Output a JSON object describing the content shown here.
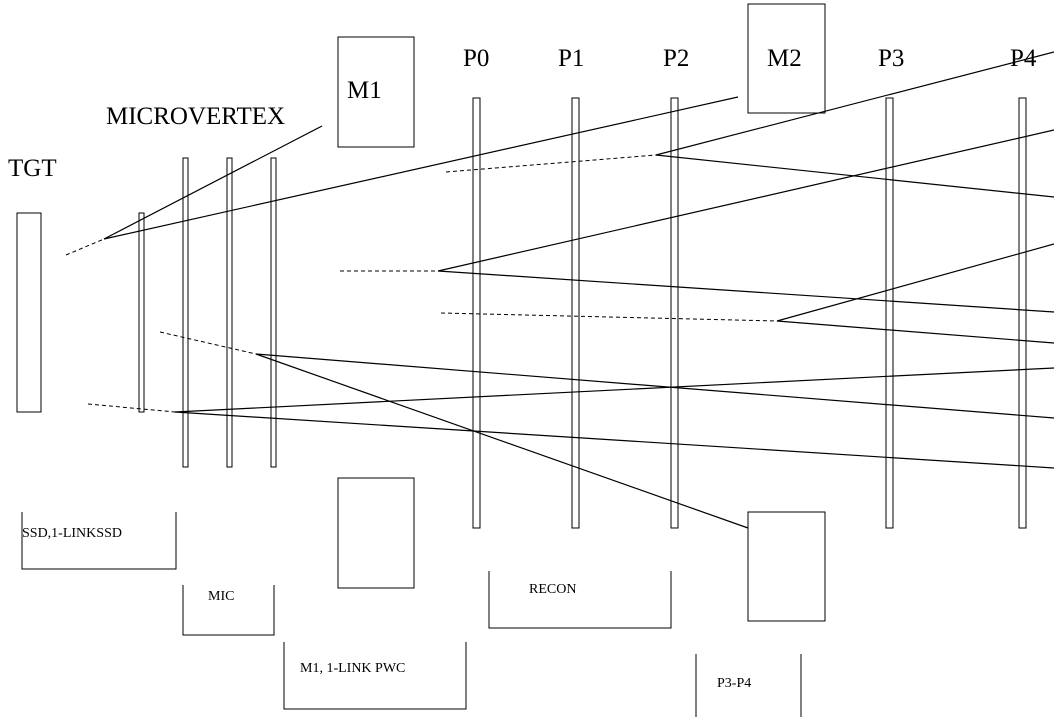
{
  "labels": {
    "tgt": "TGT",
    "microvertex": "MICROVERTEX",
    "m1": "M1",
    "m2": "M2",
    "p0": "P0",
    "p1": "P1",
    "p2": "P2",
    "p3": "P3",
    "p4": "P4"
  },
  "groups": {
    "ssd": "SSD,1-LINKSSD",
    "mic": "MIC",
    "m1_pwc": "M1, 1-LINK PWC",
    "recon": "RECON",
    "p3_p4": "P3-P4"
  },
  "colors": {
    "line": "#000000",
    "background": "#ffffff"
  }
}
